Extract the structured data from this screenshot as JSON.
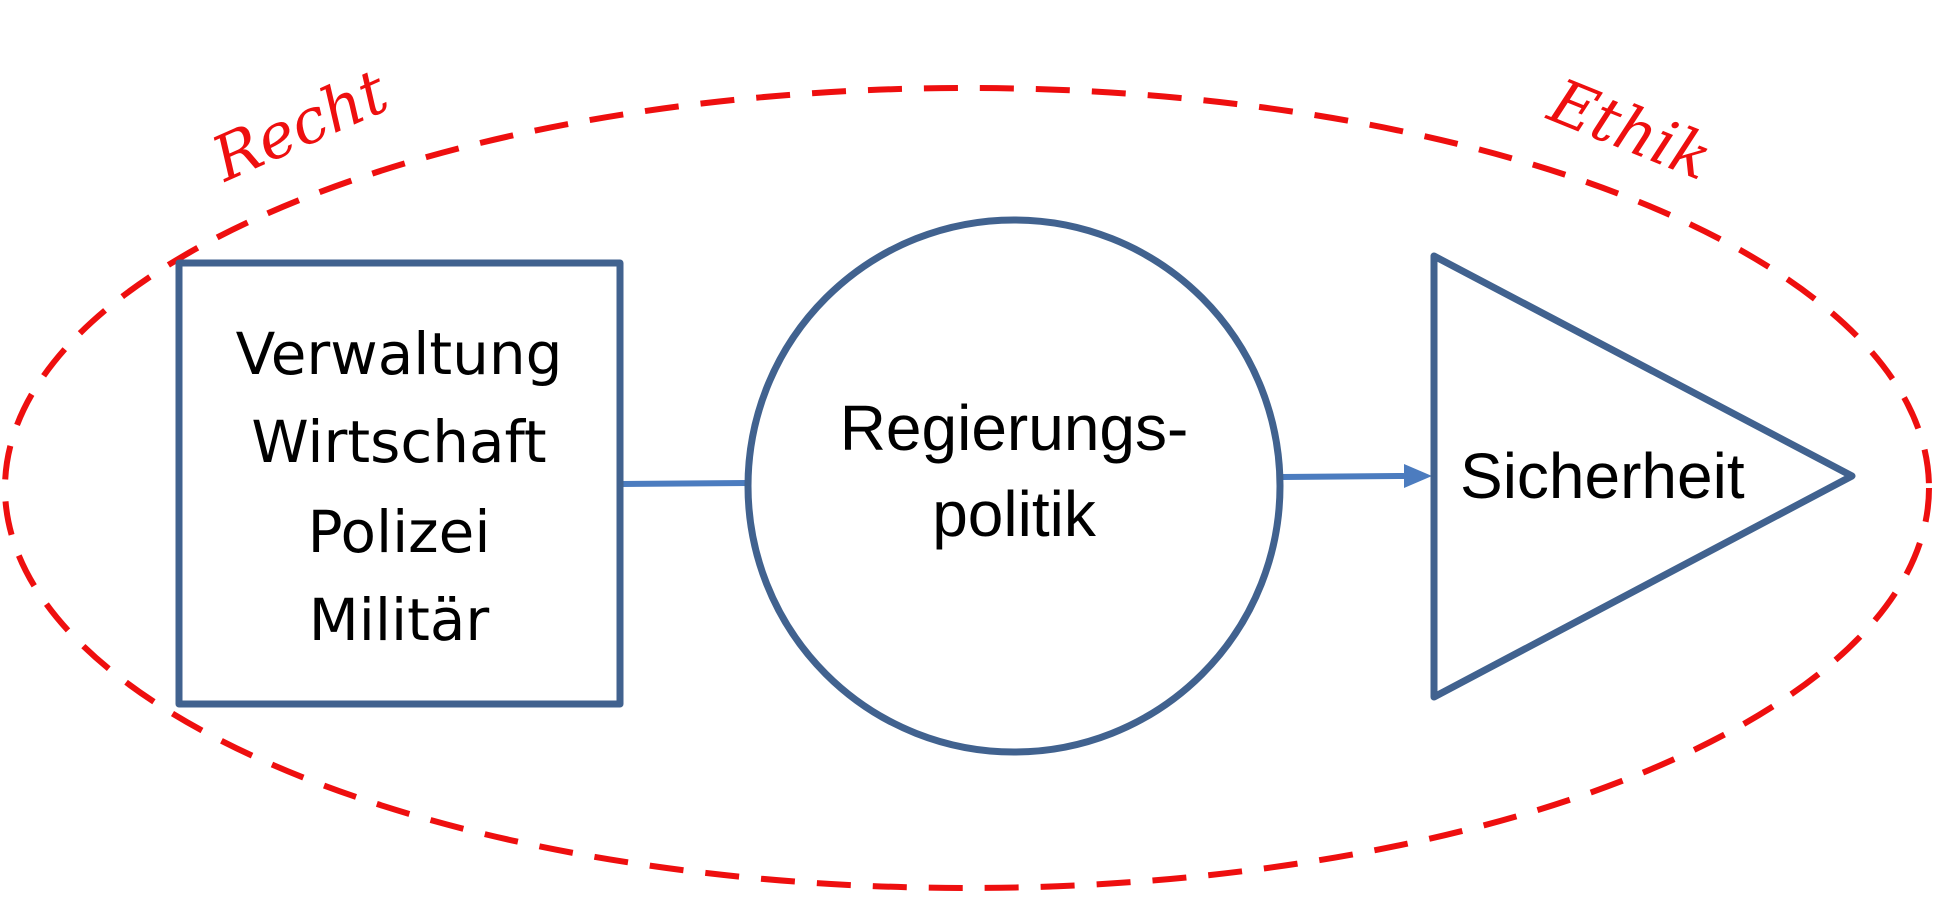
{
  "diagram": {
    "context_left_label": "Recht",
    "context_right_label": "Ethik",
    "box": {
      "lines": [
        "Verwaltung",
        "Wirtschaft",
        "Polizei",
        "Militär"
      ]
    },
    "circle": {
      "lines": [
        "Regierungs-",
        "politik"
      ]
    },
    "triangle": {
      "label": "Sicherheit"
    }
  },
  "colors": {
    "ellipse_dash": "#ee0f0f",
    "shape_outline": "#41628f",
    "connector": "#4c7cbf",
    "text": "#000000"
  }
}
